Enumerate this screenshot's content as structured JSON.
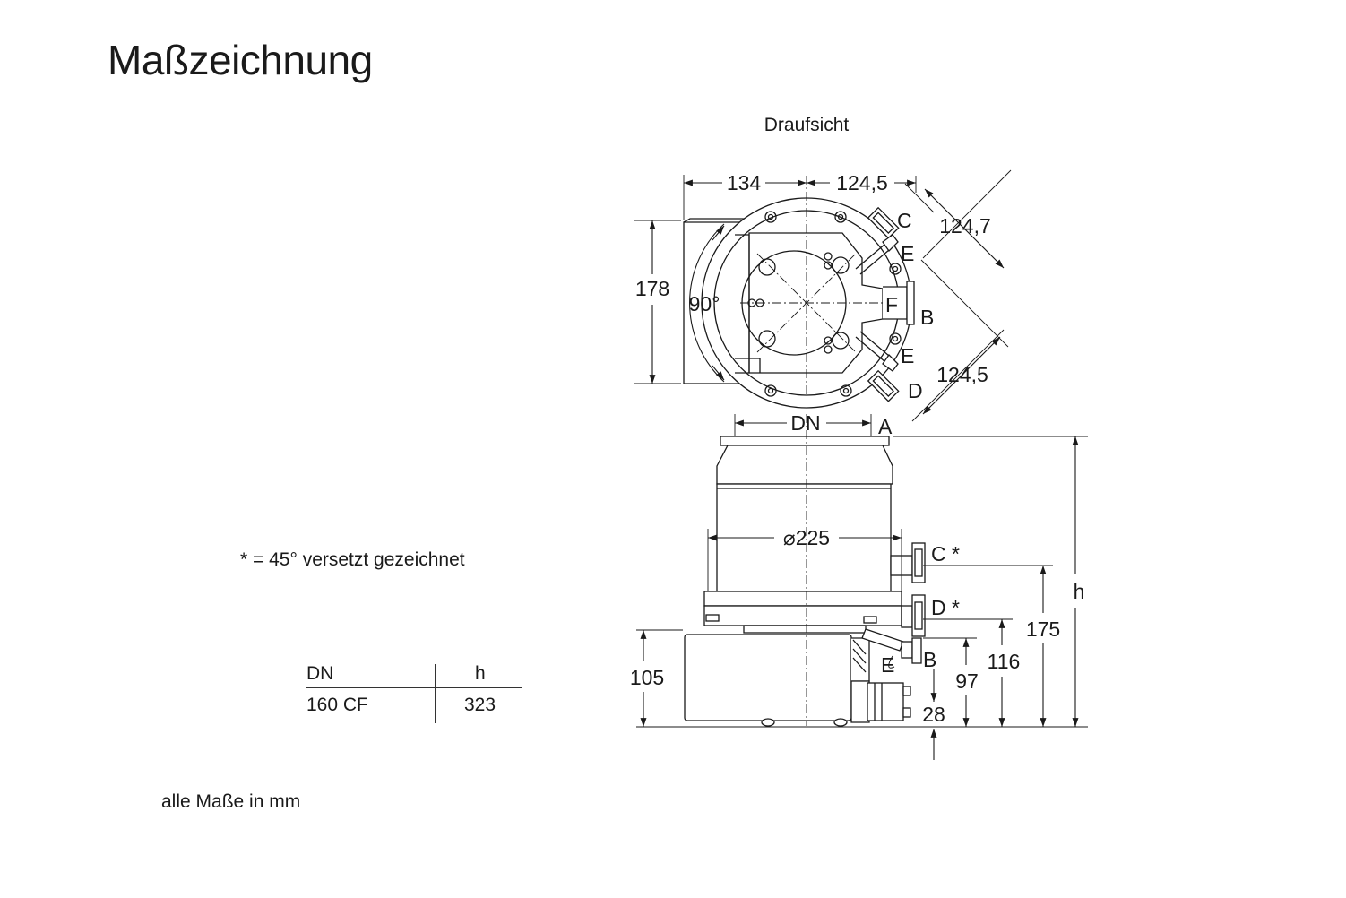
{
  "title": "Maßzeichnung",
  "view_label": "Draufsicht",
  "note": "* = 45° versetzt gezeichnet",
  "footer": "alle Maße in mm",
  "table": {
    "headers": [
      "DN",
      "h"
    ],
    "rows": [
      [
        "160 CF",
        "323"
      ]
    ]
  },
  "top_view": {
    "dims": {
      "left_width": "134",
      "right_width": "124,5",
      "height": "178",
      "diag_upper": "124,7",
      "diag_lower": "124,5",
      "angle": "90°"
    },
    "ports": [
      "C",
      "E",
      "F",
      "B",
      "E",
      "D"
    ]
  },
  "side_view": {
    "dims": {
      "dn": "DN",
      "diameter": "⌀225",
      "h": "h",
      "d175": "175",
      "d116": "116",
      "d97": "97",
      "d105": "105",
      "d28": "28"
    },
    "ports": [
      "A",
      "C *",
      "D *",
      "B",
      "E"
    ]
  }
}
